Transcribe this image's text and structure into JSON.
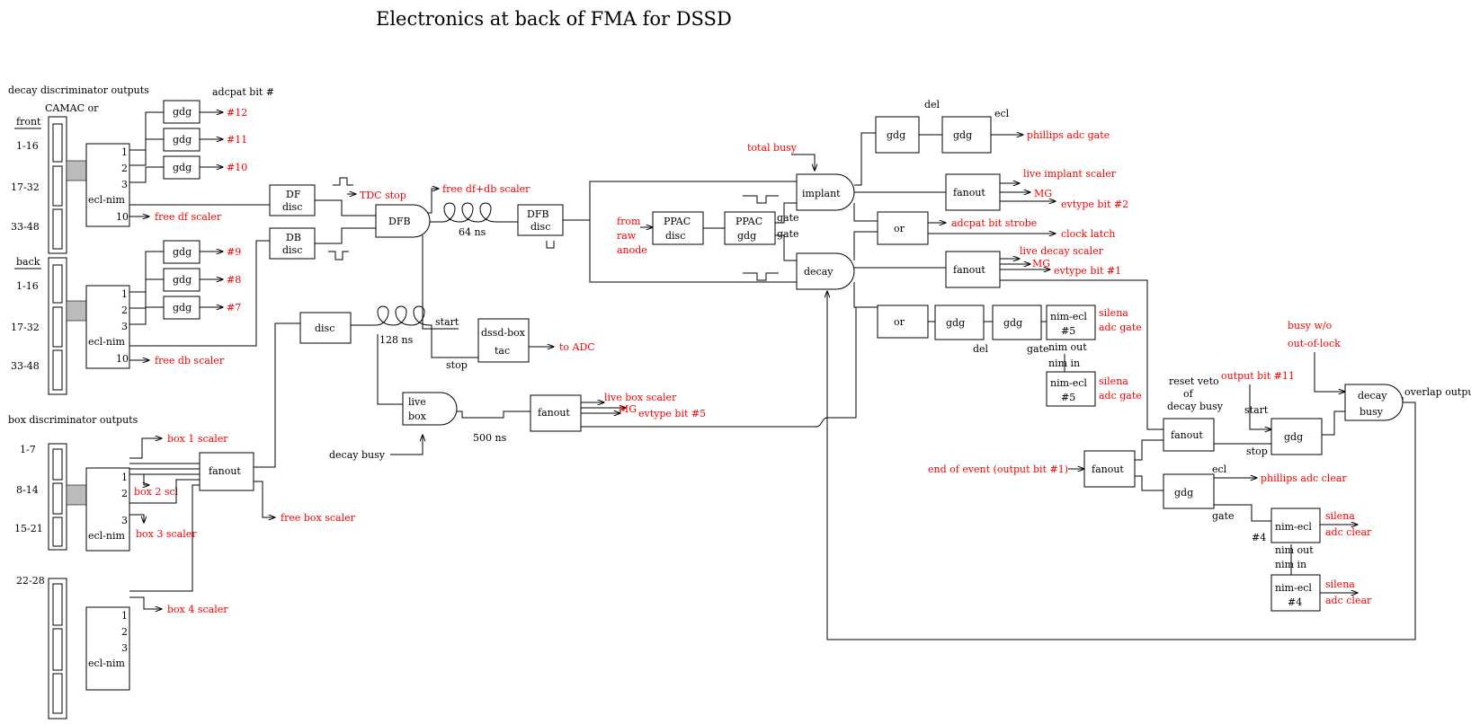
{
  "title": "Electronics at back of FMA for DSSD",
  "modules": {
    "camac": {
      "decay_disc_outputs": "decay discriminator outputs",
      "camac_or": "CAMAC or",
      "front": "front",
      "back": "back",
      "range_1_16": "1-16",
      "range_17_32": "17-32",
      "range_33_48": "33-48",
      "box_disc_outputs": "box discriminator outputs",
      "range_1_7": "1-7",
      "range_8_14": "8-14",
      "range_15_21": "15-21",
      "range_22_28": "22-28"
    },
    "ecl_nim": "ecl-nim",
    "ch1": "1",
    "ch2": "2",
    "ch3": "3",
    "ch10": "10",
    "gdg": "gdg",
    "disc": "disc",
    "df": "DF",
    "db": "DB",
    "dfb": "DFB",
    "fanout": "fanout",
    "or": "or",
    "implant": "implant",
    "decay": "decay",
    "ppac": "PPAC",
    "nim_ecl": "nim-ecl",
    "num5": "#5",
    "num4": "#4",
    "dssd_box": "dssd-box",
    "tac": "tac",
    "live": "live",
    "box": "box",
    "busy": "busy",
    "decay_word": "decay"
  },
  "labels": {
    "adcpat_bit": "adcpat bit #",
    "bit12": "#12",
    "bit11": "#11",
    "bit10": "#10",
    "bit9": "#9",
    "bit8": "#8",
    "bit7": "#7",
    "free_df_scaler": "free df scaler",
    "free_db_scaler": "free db scaler",
    "tdc_stop": "TDC stop",
    "free_dfdb_scaler": "free df+db scaler",
    "ns64": "64 ns",
    "ns128": "128 ns",
    "ns500": "500 ns",
    "start": "start",
    "stop": "stop",
    "to_adc": "to ADC",
    "box1_scaler": "box 1 scaler",
    "box2_scl": "box 2 scl",
    "box3_scaler": "box 3 scaler",
    "box4_scaler": "box 4 scaler",
    "free_box_scaler": "free box scaler",
    "live_box_scaler": "live box scaler",
    "mg": "MG",
    "evtype5": "evtype bit #5",
    "decay_busy": "decay busy",
    "from": "from",
    "raw": "raw",
    "anode": "anode",
    "total_busy": "total busy",
    "gate": "gate",
    "del": "del",
    "ecl": "ecl",
    "phillips_adc_gate": "phillips adc gate",
    "live_implant_scaler": "live implant scaler",
    "evtype2": "evtype bit #2",
    "adcpat_strobe": "adcpat bit strobe",
    "clock_latch": "clock latch",
    "live_decay_scaler": "live decay scaler",
    "evtype1": "evtype bit #1",
    "silena": "silena",
    "adc_gate": "adc gate",
    "adc_clear": "adc clear",
    "nim_out": "nim out",
    "nim_in": "nim in",
    "reset_veto": "reset veto",
    "of": "of",
    "decay_busy_lbl": "decay busy",
    "output_bit11": "output bit #11",
    "busy_wo": "busy w/o",
    "out_of_lock": "out-of-lock",
    "overlap_output": "overlap output",
    "end_of_event": "end of event (output bit #1)",
    "phillips_adc_clear": "phillips adc clear",
    "num4": "#4"
  },
  "colors": {
    "annotation": "#ff0000",
    "line": "#000000"
  }
}
